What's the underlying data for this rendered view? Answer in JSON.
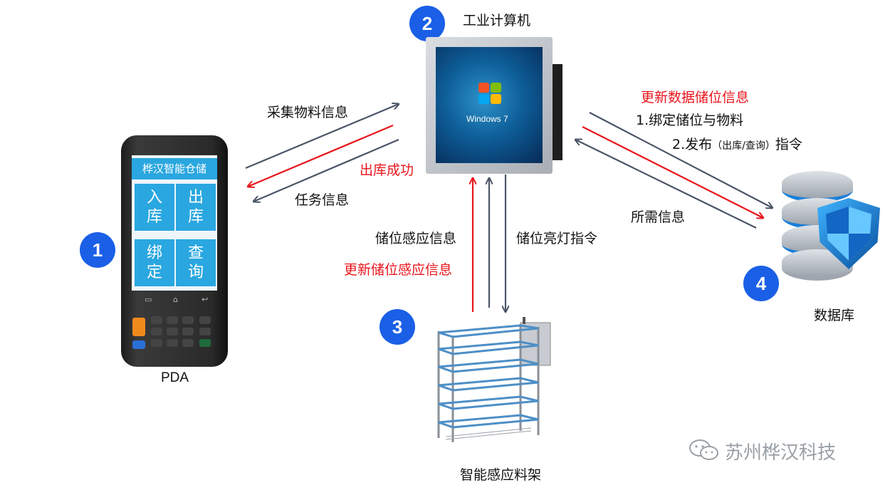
{
  "nodes": {
    "pda": {
      "number": "1",
      "label": "PDA",
      "app_title": "桦汉智能仓储",
      "tiles": [
        {
          "line1": "入",
          "line2": "库"
        },
        {
          "line1": "出",
          "line2": "库"
        },
        {
          "line1": "绑",
          "line2": "定"
        },
        {
          "line1": "查",
          "line2": "询"
        }
      ]
    },
    "computer": {
      "number": "2",
      "label": "工业计算机",
      "screen_brand": "Windows 7"
    },
    "rack": {
      "number": "3",
      "label": "智能感应料架"
    },
    "database": {
      "number": "4",
      "label": "数据库"
    }
  },
  "edges": {
    "pda_computer": {
      "collect": "采集物料信息",
      "outbound_success": "出库成功",
      "task_info": "任务信息"
    },
    "rack_computer": {
      "sense_info": "储位感应信息",
      "update_sense_info": "更新储位感应信息",
      "light_cmd": "储位亮灯指令"
    },
    "computer_db": {
      "update_data": "更新数据储位信息",
      "bind": "1.绑定储位与物料",
      "publish_prefix": "2.发布",
      "publish_paren": "（出库/查询）",
      "publish_suffix": "指令",
      "needed_info": "所需信息"
    }
  },
  "watermark": "苏州桦汉科技",
  "colors": {
    "badge": "#1a5fe6",
    "arrow_dark": "#4a5566",
    "arrow_red": "#e8141b",
    "pda_accent": "#2aa7e0"
  }
}
